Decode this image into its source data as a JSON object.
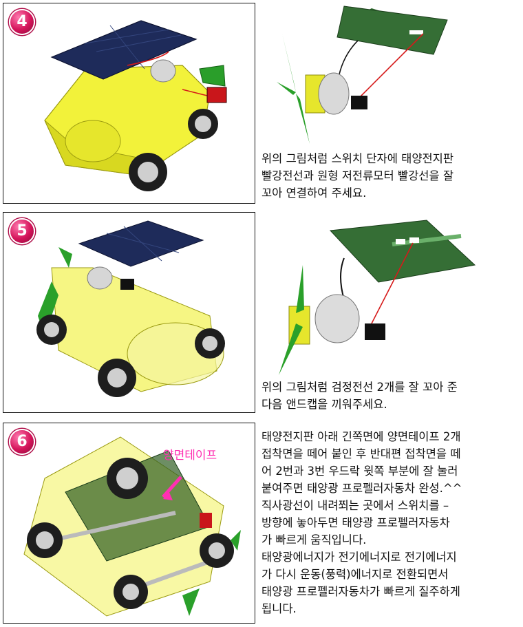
{
  "steps": [
    {
      "number": "4",
      "lines": [
        "위의 그림처럼 스위치 단자에 태양전지판",
        "빨강전선과 원형 저전류모터 빨강선을 잘",
        "꼬아 연결하여 주세요."
      ]
    },
    {
      "number": "5",
      "lines": [
        "위의 그림처럼 검정전선 2개를 잘 꼬아 준",
        "다음 앤드캡을 끼워주세요."
      ]
    },
    {
      "number": "6",
      "tape_label": "양면테이프",
      "lines": [
        "태양전지판 아래 긴쪽면에 양면테이프 2개",
        "접착면을 떼어 붙인 후 반대편 접착면을 떼",
        "어 2번과 3번 우드락 윗쪽 부분에 잘 눌러",
        "붙여주면 태양광 프로펠러자동차 완성.^^",
        "직사광선이 내려쬐는 곳에서 스위치를 –",
        "방향에 놓아두면 태양광 프로펠러자동차",
        "가 빠르게 움직입니다.",
        "태양광에너지가 전기에너지로 전기에너지",
        "가 다시 운동(풍력)에너지로 전환되면서",
        "태양광 프로펠러자동차가 빠르게 질주하게",
        "됩니다."
      ]
    }
  ]
}
